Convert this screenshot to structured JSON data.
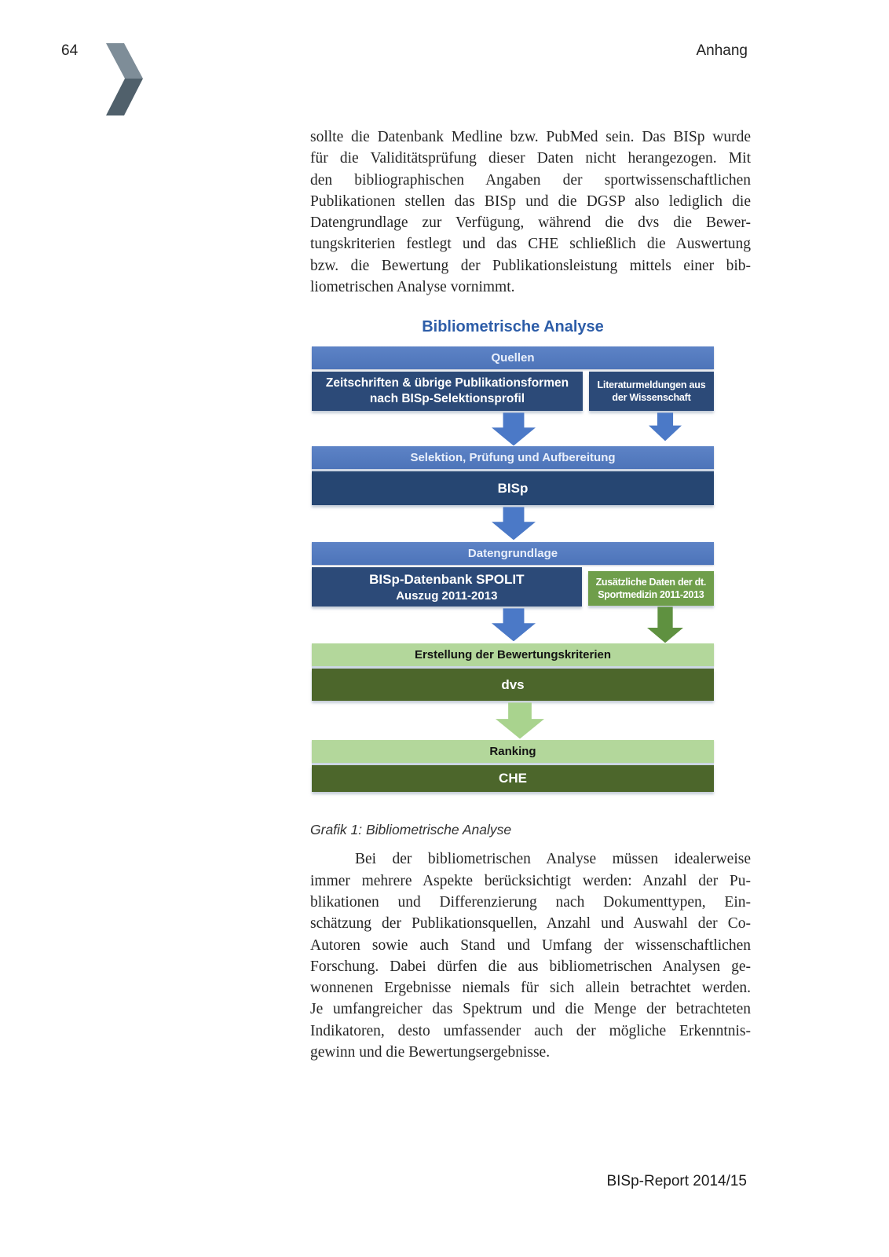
{
  "page": {
    "number": "64",
    "header": "Anhang",
    "footer": "BISp-Report 2014/15",
    "caption": "Grafik 1: Bibliometrische Analyse"
  },
  "paragraph1_lines": [
    "sollte die Datenbank Medline bzw. PubMed sein. Das BISp wurde",
    "für die Validitätsprüfung dieser Daten nicht herangezogen. Mit",
    "den bibliographischen Angaben der sportwissenschaftlichen",
    "Publikationen stellen das BISp und die DGSP also lediglich die",
    "Datengrundlage zur Verfügung, während die dvs die Bewer-",
    "tungskriterien festlegt und das CHE schließlich die Auswertung",
    "bzw. die Bewertung der Publikationsleistung mittels einer bib-",
    "liometrischen Analyse vornimmt."
  ],
  "paragraph2_lines": [
    "Bei der bibliometrischen Analyse müssen idealerweise",
    "immer mehrere Aspekte berücksichtigt werden: Anzahl der Pu-",
    "blikationen und Differenzierung nach Dokumenttypen, Ein-",
    "schätzung der Publikationsquellen, Anzahl und Auswahl der Co-",
    "Autoren sowie auch Stand und Umfang der wissenschaftlichen",
    "Forschung. Dabei dürfen die aus bibliometrischen Analysen ge-",
    "wonnenen Ergebnisse niemals für sich allein betrachtet werden.",
    "Je umfangreicher das Spektrum und die Menge der betrachteten",
    "Indikatoren, desto umfassender auch der mögliche Erkenntnis-",
    "gewinn und die Bewertungsergebnisse."
  ],
  "diagram": {
    "title": "Bibliometrische Analyse",
    "labels": {
      "quellen": "Quellen",
      "zeitschriften_line1": "Zeitschriften & übrige Publikationsformen",
      "zeitschriften_line2": "nach BISp-Selektionsprofil",
      "literatur_line1": "Literaturmeldungen aus",
      "literatur_line2": "der Wissenschaft",
      "selektion": "Selektion, Prüfung und Aufbereitung",
      "bisp": "BISp",
      "datengrundlage": "Datengrundlage",
      "spolit_line1": "BISp-Datenbank SPOLIT",
      "spolit_line2": "Auszug 2011-2013",
      "zusatz_line1": "Zusätzliche Daten der dt.",
      "zusatz_line2": "Sportmedizin 2011-2013",
      "erstellung": "Erstellung der Bewertungskriterien",
      "dvs": "dvs",
      "ranking": "Ranking",
      "che": "CHE"
    },
    "colors": {
      "title_blue": "#2d5da8",
      "blue_header": "#4d74b9",
      "blue_dark": "#2c4a78",
      "blue_navy": "#264672",
      "blue_arrow": "#4b79c7",
      "green_mid": "#6f9e4b",
      "green_arrow": "#5f9140",
      "green_light": "#b3d79b",
      "green_dark": "#4c662b",
      "chevron_light": "#7e8d98",
      "chevron_dark": "#50606b"
    }
  }
}
